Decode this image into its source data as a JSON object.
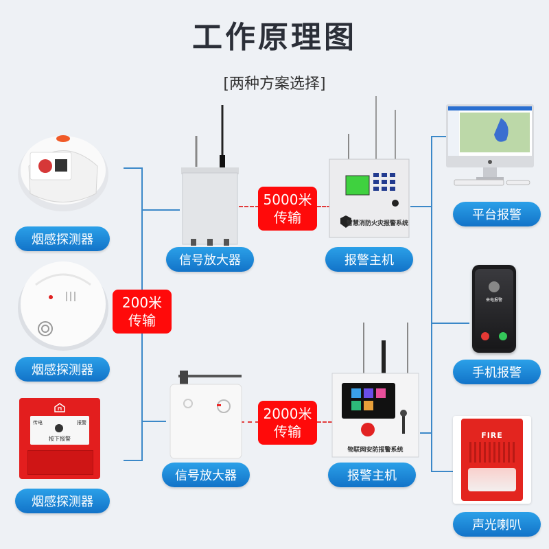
{
  "title": "工作原理图",
  "subtitle": "[两种方案选择]",
  "detectors": [
    {
      "label": "烟感探测器"
    },
    {
      "label": "烟感探测器"
    },
    {
      "label": "烟感探测器"
    }
  ],
  "manual_call_point": {
    "text_left": "传电",
    "text_right": "报警",
    "text_bottom": "按下报警"
  },
  "transmission_200": {
    "line1": "200米",
    "line2": "传输"
  },
  "top_row": {
    "amplifier_label": "信号放大器",
    "transmission": {
      "line1": "5000米",
      "line2": "传输"
    },
    "host_label": "报警主机",
    "host_panel_text": "智慧消防火灾报警系统"
  },
  "bottom_row": {
    "amplifier_label": "信号放大器",
    "transmission": {
      "line1": "2000米",
      "line2": "传输"
    },
    "host_label": "报警主机",
    "host_panel_text": "物联网安防报警系统"
  },
  "outputs": [
    {
      "label": "平台报警"
    },
    {
      "label": "手机报警",
      "phone_screen_text": "来电报警"
    },
    {
      "label": "声光喇叭",
      "device_text": "FIRE"
    }
  ],
  "colors": {
    "accent_blue": "#1a86d8",
    "red": "#ff0a0a",
    "line_blue": "#3b88c8"
  }
}
